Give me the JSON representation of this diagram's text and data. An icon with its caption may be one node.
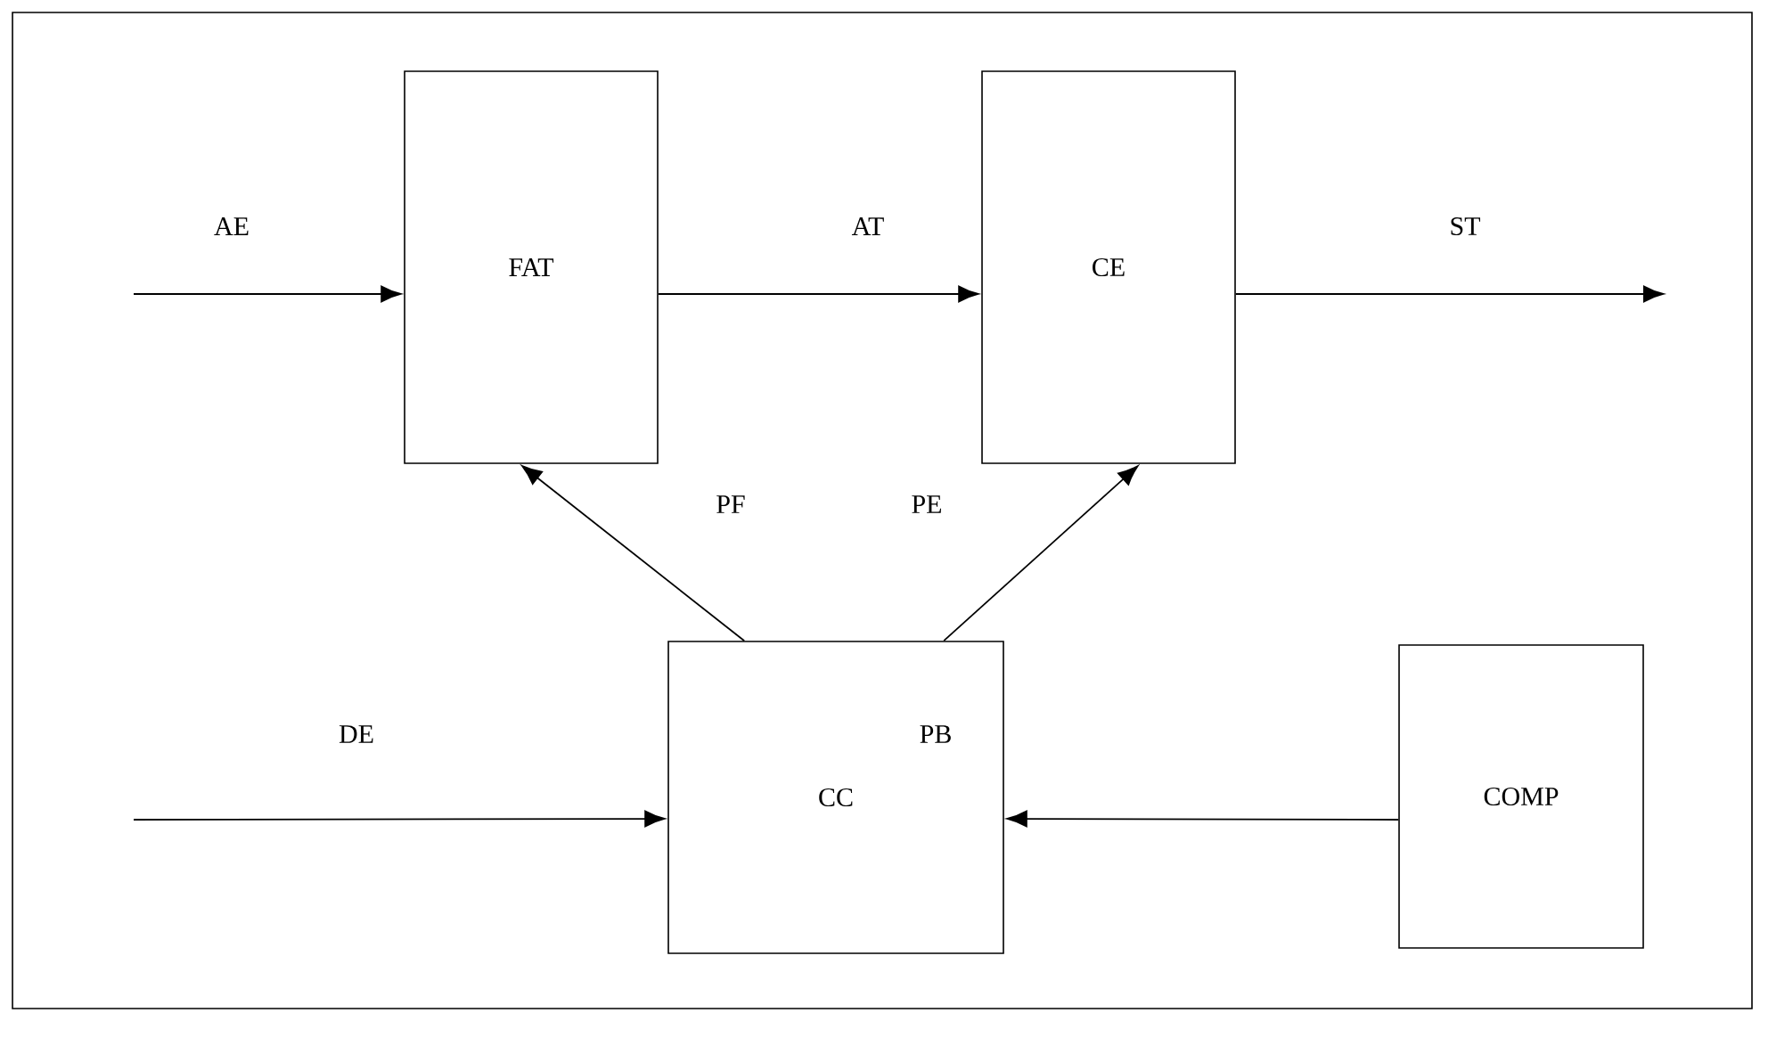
{
  "diagram": {
    "nodes": [
      {
        "text": [
          "FAT"
        ]
      },
      {
        "text": [
          "CE"
        ]
      },
      {
        "text": [
          "CC"
        ]
      },
      {
        "text": [
          "COMP"
        ]
      }
    ],
    "edges": [
      {
        "from": null,
        "to": 0,
        "arrow": "to",
        "label": "AE"
      },
      {
        "from": 0,
        "to": 1,
        "arrow": "to",
        "label": "AT"
      },
      {
        "from": 1,
        "to": null,
        "arrow": "to",
        "label": "ST"
      },
      {
        "from": 2,
        "to": 0,
        "arrow": "to",
        "label": "PF"
      },
      {
        "from": 2,
        "to": 1,
        "arrow": "to",
        "label": "PE"
      },
      {
        "from": null,
        "to": 2,
        "arrow": "to",
        "label": "DE"
      },
      {
        "from": 3,
        "to": 2,
        "arrow": "to",
        "label": "PB"
      }
    ]
  }
}
